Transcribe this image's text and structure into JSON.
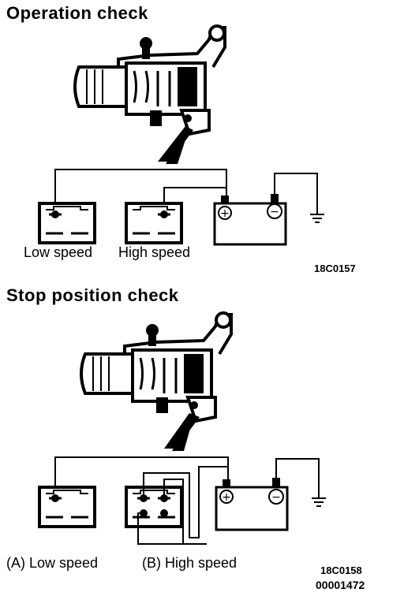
{
  "operation_check": {
    "title": "Operation check",
    "low_label": "Low speed",
    "high_label": "High speed",
    "figure_code": "18C0157"
  },
  "stop_position_check": {
    "title": "Stop position check",
    "low_label": "(A) Low speed",
    "high_label": "(B) High speed",
    "figure_code": "18C0158",
    "doc_code": "00001472"
  },
  "battery": {
    "positive_symbol": "+",
    "negative_symbol": "−"
  }
}
